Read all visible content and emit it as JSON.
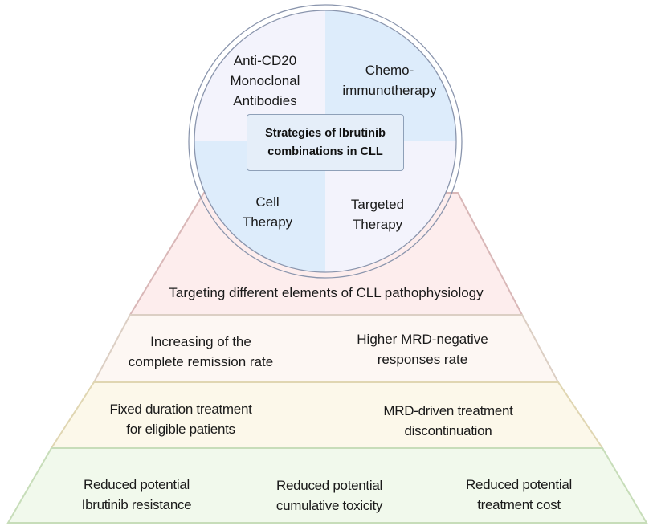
{
  "diagram": {
    "center_title": [
      "Strategies of Ibrutinib",
      "combinations in CLL"
    ],
    "quadrants": [
      {
        "id": "top-left",
        "lines": [
          "Anti-CD20",
          "Monoclonal",
          "Antibodies"
        ],
        "fill": "#f3f3fc"
      },
      {
        "id": "top-right",
        "lines": [
          "Chemo-",
          "immunotherapy"
        ],
        "fill": "#ddecfb"
      },
      {
        "id": "bottom-left",
        "lines": [
          "Cell",
          "Therapy"
        ],
        "fill": "#ddecfb"
      },
      {
        "id": "bottom-right",
        "lines": [
          "Targeted",
          "Therapy"
        ],
        "fill": "#f3f3fc"
      }
    ],
    "pyramid_levels": [
      {
        "level": 1,
        "fill": "#fdeded",
        "stroke": "#d9b7b7",
        "items": [
          [
            "Targeting different elements of CLL pathophysiology"
          ]
        ]
      },
      {
        "level": 2,
        "fill": "#fdf7f3",
        "stroke": "#dccfc4",
        "items": [
          [
            "Increasing of the",
            "complete remission rate"
          ],
          [
            "Higher MRD-negative",
            "responses rate"
          ]
        ]
      },
      {
        "level": 3,
        "fill": "#fcf8ea",
        "stroke": "#e0d6b2",
        "items": [
          [
            "Fixed duration treatment",
            "for eligible patients"
          ],
          [
            "MRD-driven treatment",
            "discontinuation"
          ]
        ]
      },
      {
        "level": 4,
        "fill": "#f1f9ec",
        "stroke": "#c7ddb9",
        "items": [
          [
            "Reduced potential",
            "Ibrutinib resistance"
          ],
          [
            "Reduced potential",
            "cumulative toxicity"
          ],
          [
            "Reduced potential",
            "treatment cost"
          ]
        ]
      }
    ],
    "circle_stroke": "#8a95ad"
  }
}
